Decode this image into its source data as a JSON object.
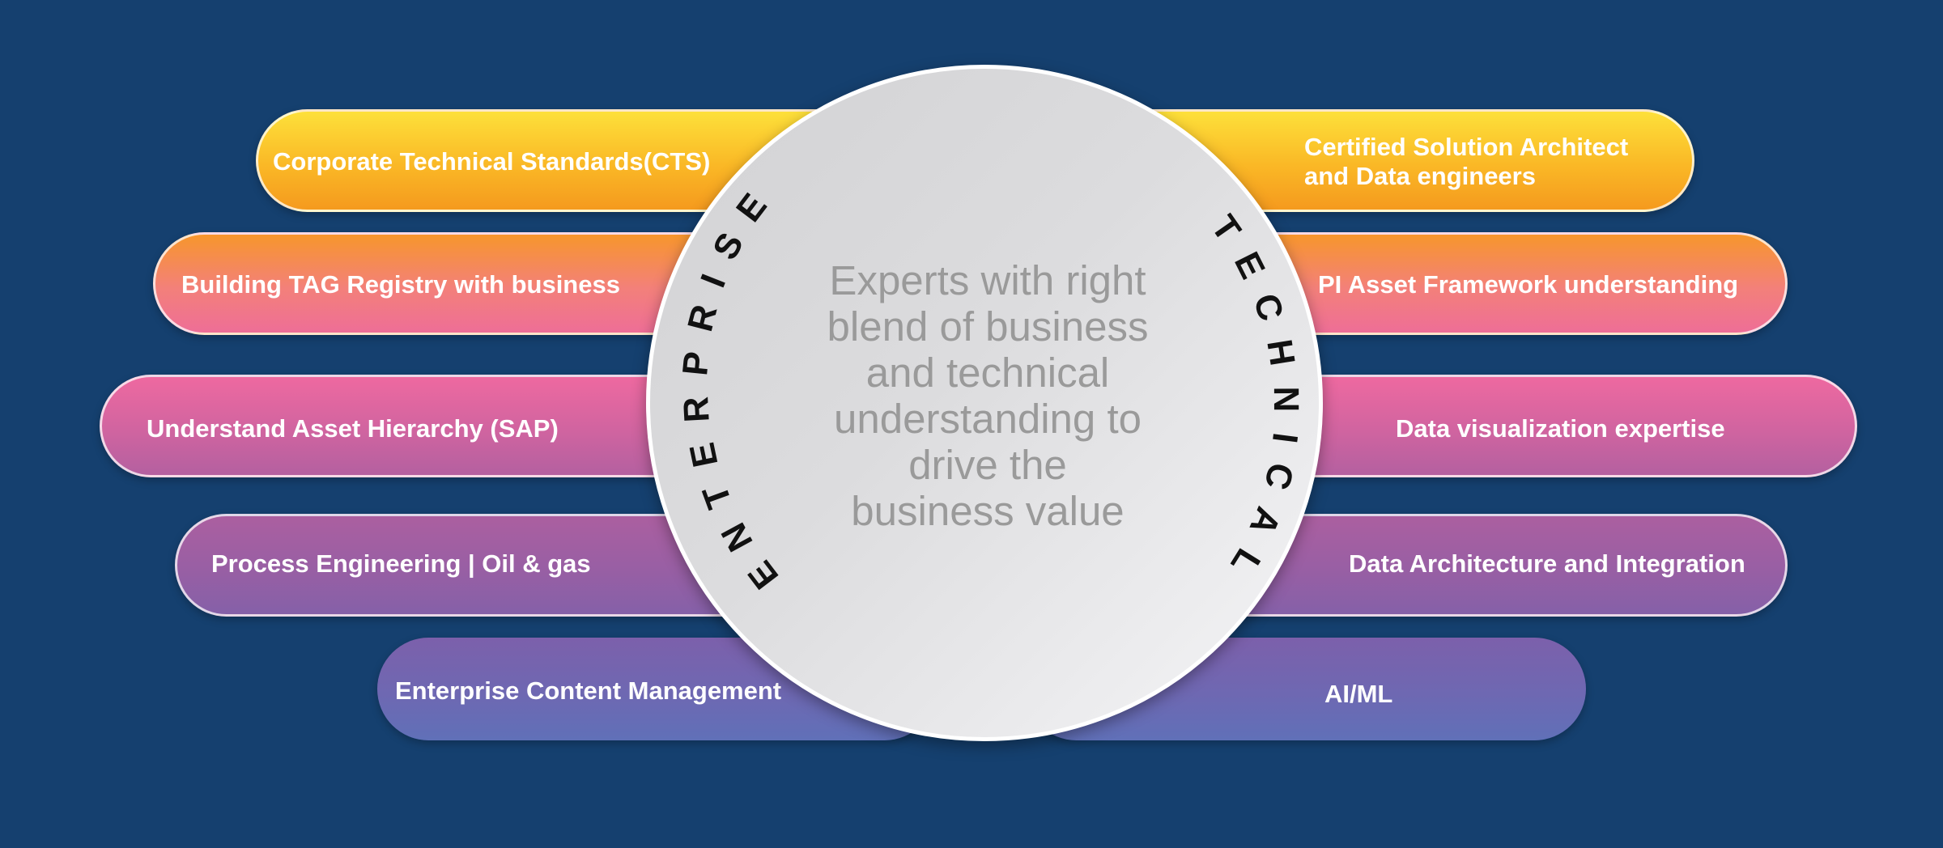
{
  "diagram": {
    "center_text_lines": [
      "Experts with right",
      "blend of business",
      "and technical",
      "understanding to",
      "drive the",
      "business value"
    ],
    "arc_left": "ENTERPRISE",
    "arc_right": "TECHNICAL",
    "enterprise_items": [
      "Corporate Technical Standards(CTS)",
      "Building TAG Registry with business",
      "Understand Asset Hierarchy (SAP)",
      "Process Engineering | Oil & gas",
      "Enterprise Content Management"
    ],
    "technical_items": [
      "Certified Solution Architect\nand Data engineers",
      "PI Asset Framework understanding",
      "Data visualization expertise",
      "Data Architecture and Integration",
      "AI/ML"
    ]
  },
  "colors": {
    "background": "#15406f",
    "band_1": [
      "#fde03a",
      "#f59a1e"
    ],
    "band_2": [
      "#f7962c",
      "#ee6e97"
    ],
    "band_3": [
      "#ee69a0",
      "#b460a0"
    ],
    "band_4": [
      "#ab5fa0",
      "#8560a8"
    ],
    "band_5": [
      "#7c60ab",
      "#6070b8"
    ],
    "circle": [
      "#d2d2d4",
      "#f5f5f6"
    ],
    "arc_text": "#111111",
    "center_text": "#9a9a9a"
  }
}
